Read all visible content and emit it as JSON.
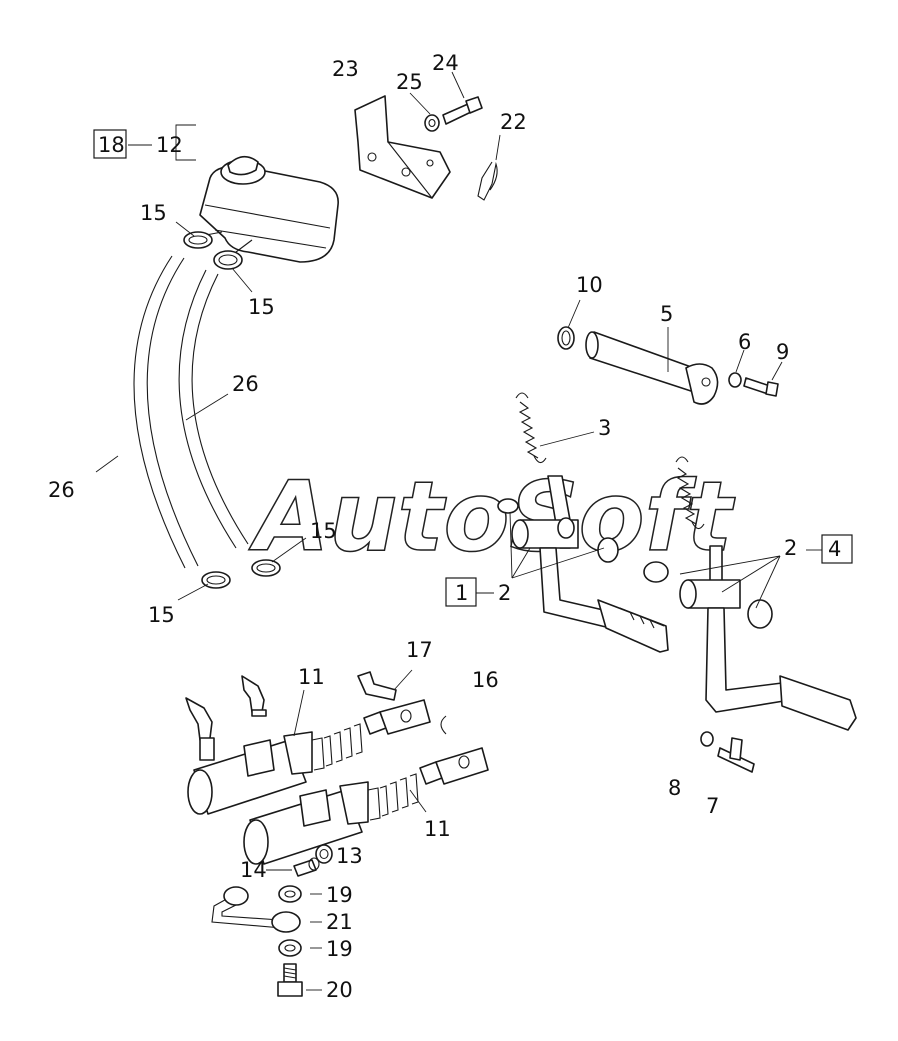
{
  "watermark": "AutoSoft",
  "labels": {
    "l1": "1",
    "l2a": "2",
    "l2b": "2",
    "l3": "3",
    "l4": "4",
    "l5": "5",
    "l6": "6",
    "l7": "7",
    "l8": "8",
    "l9": "9",
    "l10": "10",
    "l11a": "11",
    "l11b": "11",
    "l12": "12",
    "l13": "13",
    "l14": "14",
    "l15a": "15",
    "l15b": "15",
    "l15c": "15",
    "l15d": "15",
    "l16": "16",
    "l17": "17",
    "l18": "18",
    "l19a": "19",
    "l19b": "19",
    "l20": "20",
    "l21": "21",
    "l22": "22",
    "l23": "23",
    "l24": "24",
    "l25": "25",
    "l26a": "26",
    "l26b": "26"
  }
}
